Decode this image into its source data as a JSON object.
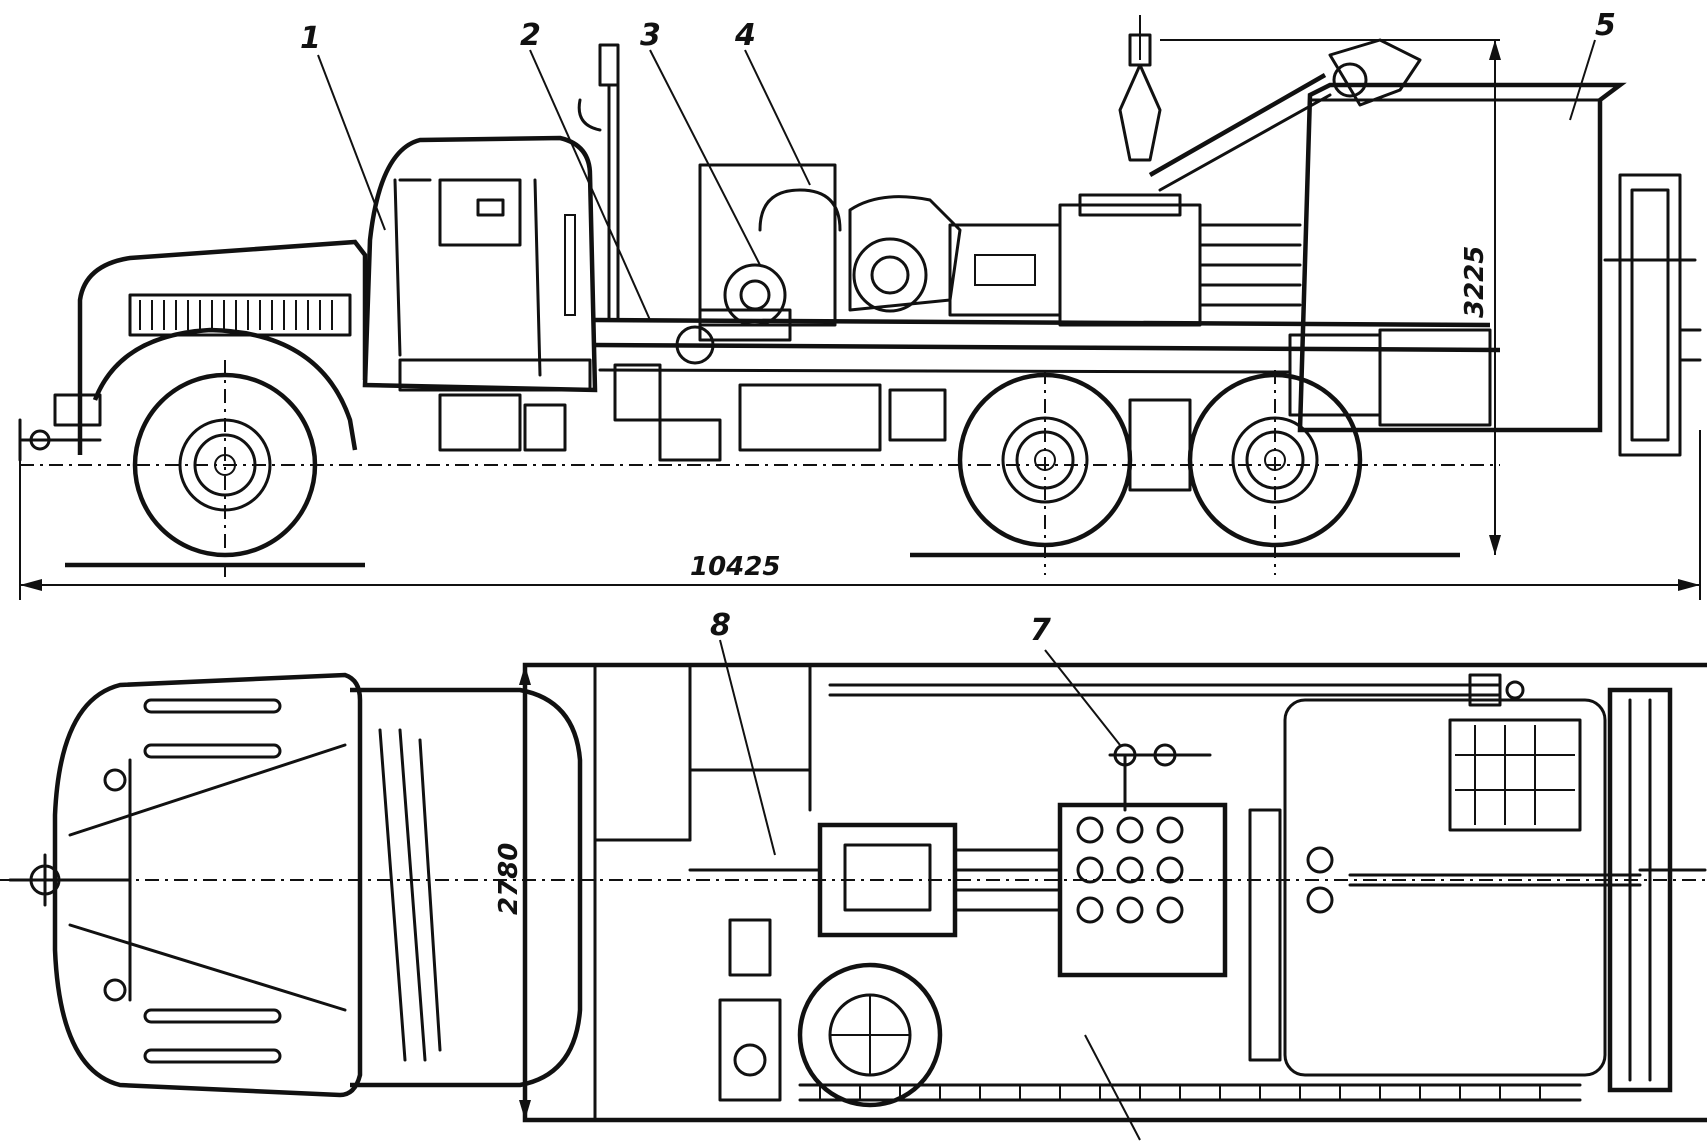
{
  "callouts": {
    "c1": "1",
    "c2": "2",
    "c3": "3",
    "c4": "4",
    "c5": "5",
    "c7": "7",
    "c8": "8"
  },
  "dimensions": {
    "overall_length": "10425",
    "overall_height": "3225",
    "overall_width": "2780"
  }
}
